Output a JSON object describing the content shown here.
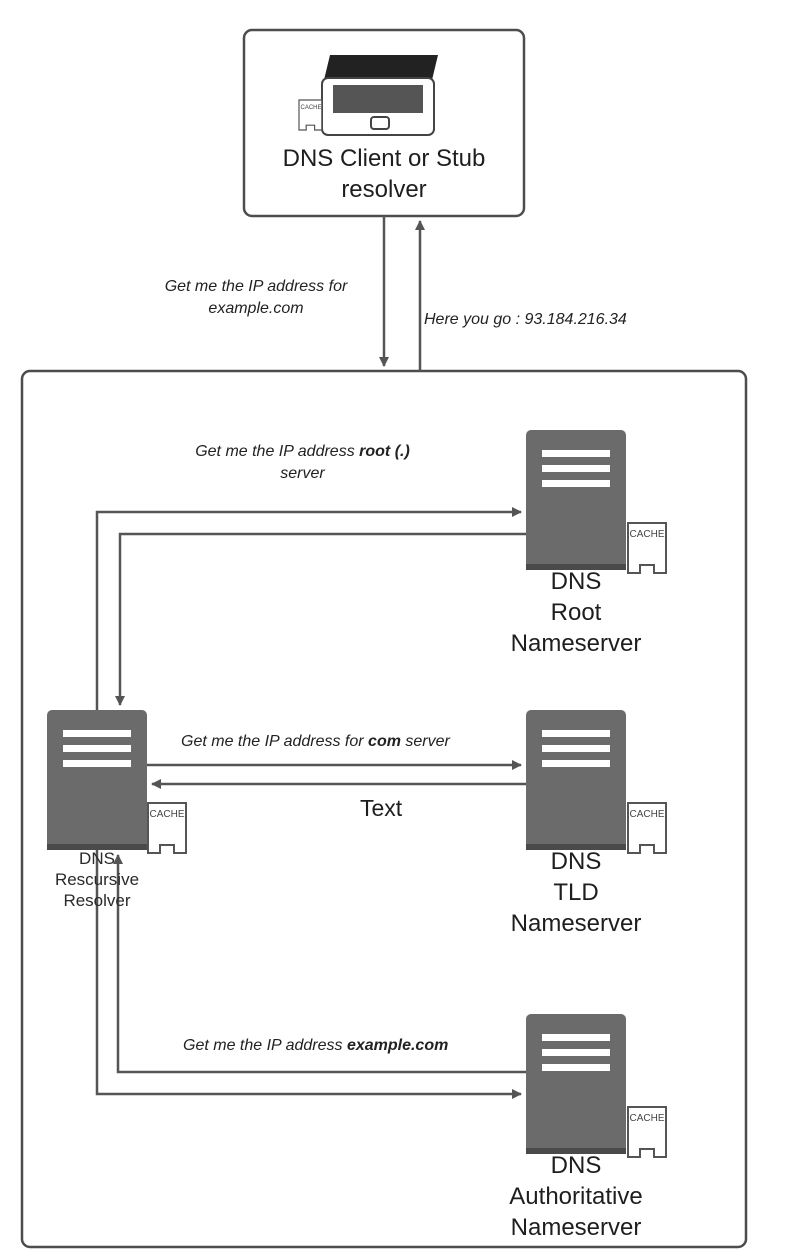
{
  "client": {
    "title_line1": "DNS Client or Stub",
    "title_line2": "resolver",
    "cache_label": "CACHE"
  },
  "messages": {
    "client_request_line1": "Get me the IP address for",
    "client_request_line2": "example.com",
    "client_response": "Here you go : 93.184.216.34",
    "root_request_prefix": "Get me the IP address ",
    "root_request_bold": "root (.)",
    "root_request_line2": "server",
    "tld_request_prefix": "Get me the IP address for ",
    "tld_request_bold": "com",
    "tld_request_suffix": " server",
    "tld_response": "Text",
    "auth_request_prefix": "Get me the IP address ",
    "auth_request_bold": "example.com"
  },
  "nodes": {
    "resolver": {
      "line1": "DNS",
      "line2": "Rescursive",
      "line3": "Resolver"
    },
    "root": {
      "line1": "DNS",
      "line2": "Root",
      "line3": "Nameserver"
    },
    "tld": {
      "line1": "DNS",
      "line2": "TLD",
      "line3": "Nameserver"
    },
    "auth": {
      "line1": "DNS",
      "line2": "Authoritative",
      "line3": "Nameserver"
    }
  },
  "cache_label": "CACHE",
  "colors": {
    "server_fill": "#6b6b6b",
    "server_shadow": "#4a4a4a",
    "arrow": "#555555",
    "frame": "#4d4d4d"
  }
}
